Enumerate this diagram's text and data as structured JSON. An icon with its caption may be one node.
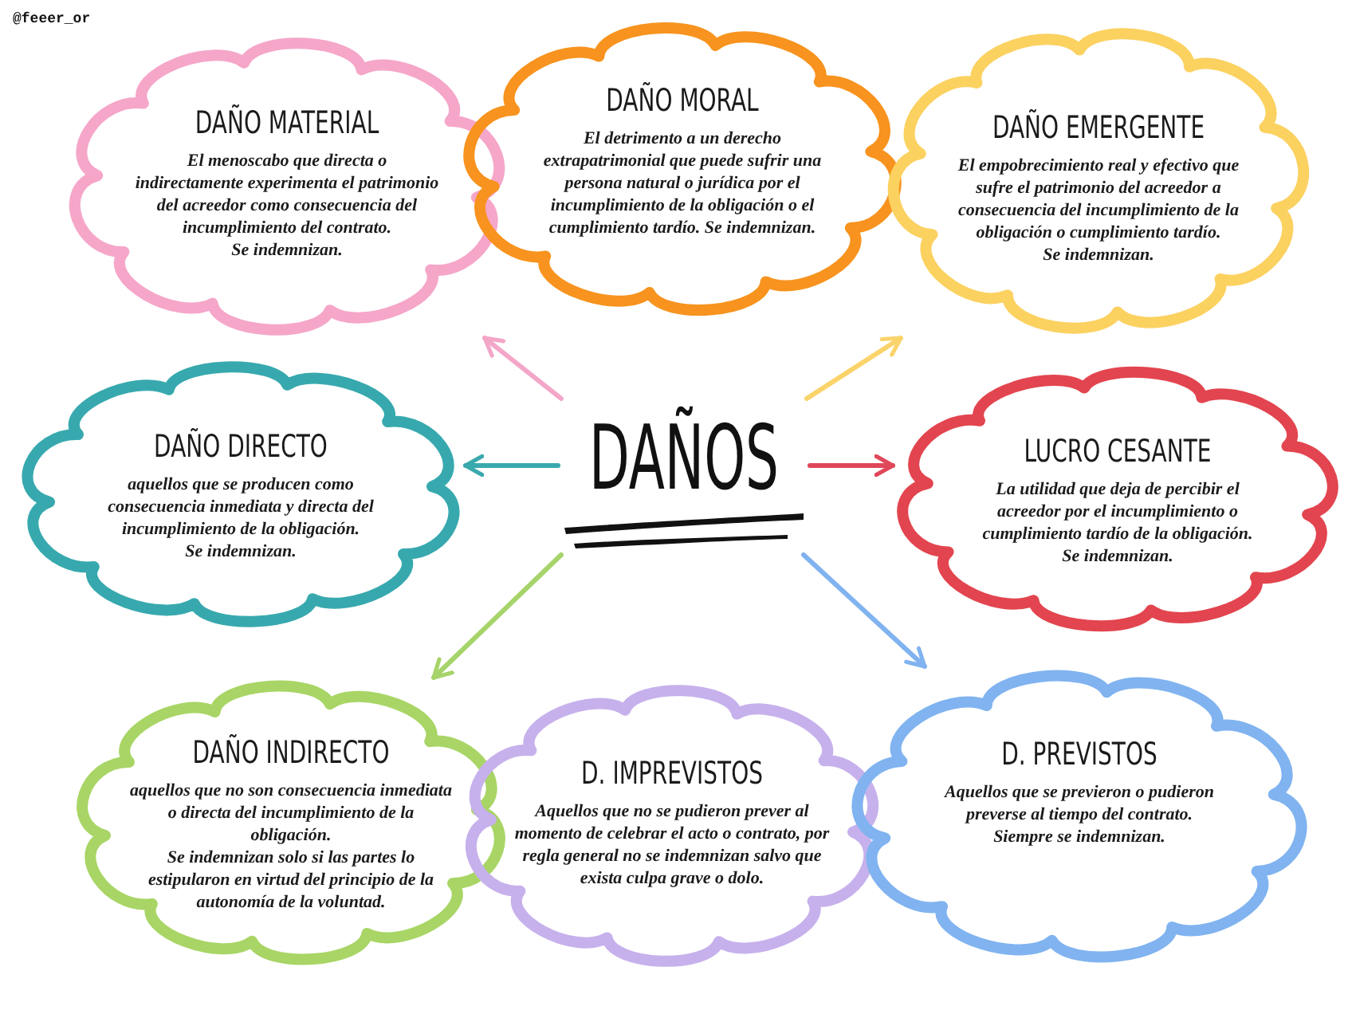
{
  "diagram": {
    "nodes": [
      {
        "text": [
          "DAÑO MATERIAL",
          "El menoscabo que directa o indirectamente experimenta el patrimonio del acreedor como consecuencia del incumplimiento del contrato.",
          "Se indemnizan."
        ]
      },
      {
        "text": [
          "DAÑO MORAL",
          "El detrimento a un derecho extrapatrimonial que puede sufrir una persona natural o jurídica por el incumplimiento de la obligación o el cumplimiento tardío. Se indemnizan."
        ]
      },
      {
        "text": [
          "DAÑO EMERGENTE",
          "El empobrecimiento real y efectivo que sufre el patrimonio del acreedor a consecuencia del incumplimiento de la obligación o cumplimiento tardío.",
          "Se indemnizan."
        ]
      },
      {
        "text": [
          "DAÑO DIRECTO",
          "aquellos que se producen como consecuencia inmediata y directa del incumplimiento de la obligación.",
          "Se indemnizan."
        ]
      },
      {
        "text": [
          "DAÑOS"
        ]
      },
      {
        "text": [
          "LUCRO CESANTE",
          "La utilidad que deja de percibir el acreedor por el incumplimiento o cumplimiento tardío de la obligación.",
          "Se indemnizan."
        ]
      },
      {
        "text": [
          "DAÑO INDIRECTO",
          "aquellos que no son consecuencia inmediata o directa del incumplimiento de la obligación.",
          "Se indemnizan solo si las partes lo estipularon en virtud del principio de la autonomía de la voluntad."
        ]
      },
      {
        "text": [
          "D. IMPREVISTOS",
          "Aquellos que no se pudieron prever al momento de celebrar el acto o contrato, por regla general no se indemnizan salvo que exista culpa grave o dolo."
        ]
      },
      {
        "text": [
          "D. PREVISTOS",
          "Aquellos que se previeron o pudieron preverse al tiempo del contrato.",
          "Siempre se indemnizan."
        ]
      }
    ],
    "edges": [
      {
        "from": 4,
        "to": 0,
        "arrow": "to",
        "color": "#f4a6c8"
      },
      {
        "from": 4,
        "to": 2,
        "arrow": "to",
        "color": "#fad36a"
      },
      {
        "from": 4,
        "to": 3,
        "arrow": "to",
        "color": "#3aa9ad"
      },
      {
        "from": 4,
        "to": 5,
        "arrow": "to",
        "color": "#e0475a"
      },
      {
        "from": 4,
        "to": 6,
        "arrow": "to",
        "color": "#a6d46a"
      },
      {
        "from": 4,
        "to": 8,
        "arrow": "to",
        "color": "#80b3ef"
      }
    ],
    "labels": [
      "@feeer_or"
    ]
  }
}
